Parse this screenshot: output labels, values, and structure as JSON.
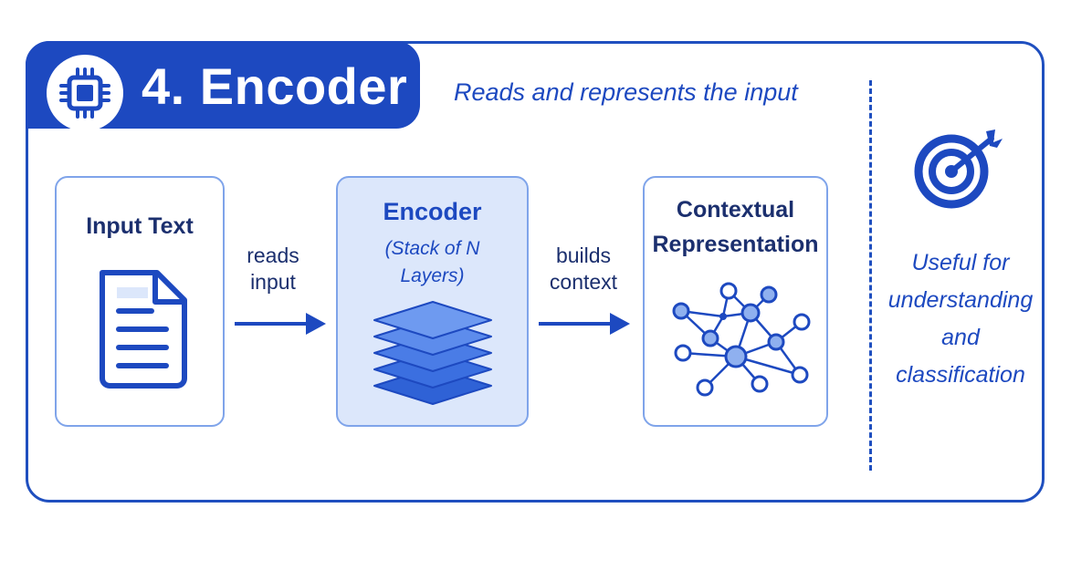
{
  "header": {
    "title": "4. Encoder",
    "subtitle": "Reads and represents the input",
    "icon": "chip-icon"
  },
  "flow": {
    "input_box": {
      "title": "Input Text",
      "icon": "document-icon"
    },
    "arrow1": {
      "line1": "reads",
      "line2": "input"
    },
    "encoder_box": {
      "title": "Encoder",
      "sub_line1": "(Stack of N",
      "sub_line2": "Layers)",
      "icon": "layers-icon"
    },
    "arrow2": {
      "line1": "builds",
      "line2": "context"
    },
    "context_box": {
      "title_line1": "Contextual",
      "title_line2": "Representation",
      "icon": "network-icon"
    }
  },
  "side": {
    "icon": "target-icon",
    "line1": "Useful for",
    "line2": "understanding",
    "line3": "and",
    "line4": "classification"
  },
  "colors": {
    "primary": "#1d49c0",
    "dark_text": "#1b2f6e",
    "box_border": "#7fa4ea",
    "encoder_fill": "#dce7fb"
  }
}
